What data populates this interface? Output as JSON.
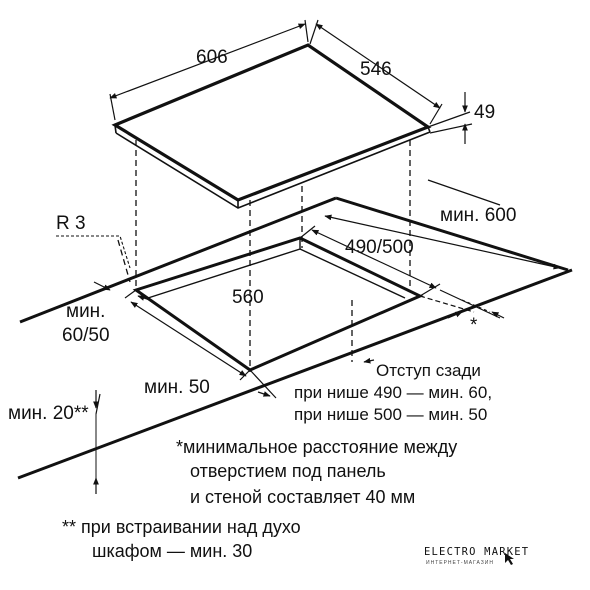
{
  "dimensions": {
    "width_top": "606",
    "depth_top": "546",
    "height": "49",
    "radius": "R 3",
    "min_front_to_back": "мин. 600",
    "cutout_depth": "490/500",
    "cutout_width": "560",
    "min_side_1": "мин.",
    "min_side_2": "60/50",
    "min_front": "мин. 50",
    "min_below": "мин. 20**",
    "star": "*"
  },
  "notes": {
    "rear_1": "Отступ сзади",
    "rear_2": "при нише 490 — мин. 60,",
    "rear_3": "при нише 500 — мин. 50",
    "star_1": "*минимальное расстояние между",
    "star_2": "отверстием под панель",
    "star_3": "и стеной составляет 40 мм",
    "dstar_1": "** при встраивании над духо",
    "dstar_2": "шкафом — мин. 30"
  },
  "logo": {
    "name": "ELECTRO MARKET",
    "tagline": "ИНТЕРНЕТ-МАГАЗИН"
  }
}
